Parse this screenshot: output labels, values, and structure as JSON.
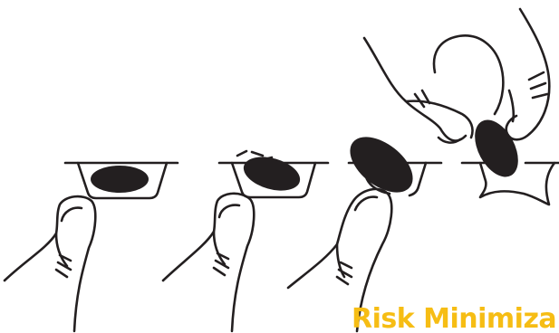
{
  "title": "Risk Minimiza",
  "colors": {
    "accent": "#f6bd14",
    "ink": "#231f20",
    "background": "#ffffff"
  },
  "steps": [
    {
      "name": "thumb-presses-blister-bottom"
    },
    {
      "name": "tablet-pushes-through-foil"
    },
    {
      "name": "tablet-emerges-from-blister"
    },
    {
      "name": "tablet-picked-with-fingers"
    }
  ]
}
